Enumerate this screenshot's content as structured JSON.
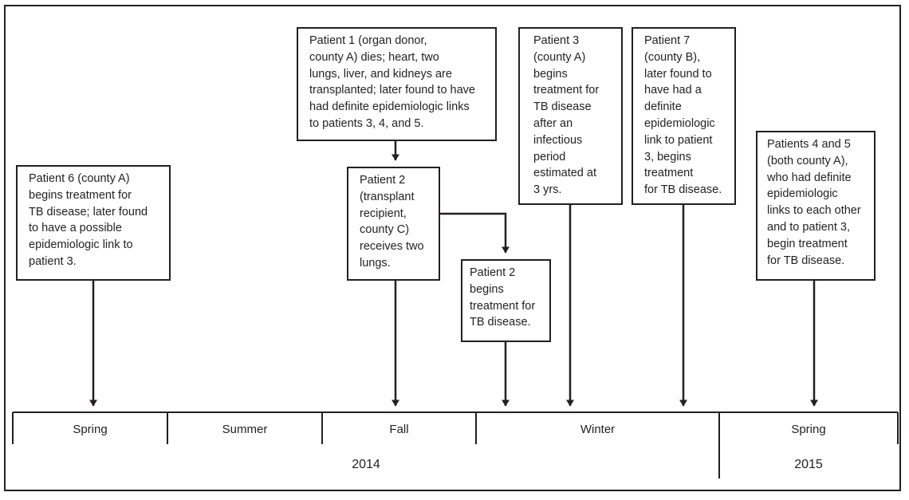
{
  "events": [
    {
      "id": "patient6",
      "lines": [
        "Patient 6 (county A)",
        "begins treatment for",
        "TB disease; later found",
        "to have a possible",
        "epidemiologic link to",
        "patient 3."
      ]
    },
    {
      "id": "patient1",
      "lines": [
        "Patient 1 (organ donor,",
        "county A) dies; heart, two",
        "lungs, liver, and kidneys are",
        "transplanted; later found to have",
        "had definite epidemiologic links",
        "to patients 3, 4, and 5."
      ]
    },
    {
      "id": "patient2-transplant",
      "lines": [
        "Patient 2",
        "(transplant",
        "recipient,",
        "county C)",
        "receives two",
        "lungs."
      ]
    },
    {
      "id": "patient2-treatment",
      "lines": [
        "Patient 2",
        "begins",
        "treatment for",
        "TB disease."
      ]
    },
    {
      "id": "patient3",
      "lines": [
        "Patient 3",
        "(county A)",
        "begins",
        "treatment for",
        "TB disease",
        "after an",
        "infectious",
        "period",
        "estimated at",
        "3 yrs."
      ]
    },
    {
      "id": "patient7",
      "lines": [
        "Patient 7",
        "(county B),",
        "later found to",
        "have had a",
        "definite",
        "epidemiologic",
        "link to patient",
        "3, begins",
        "treatment",
        "for TB disease."
      ]
    },
    {
      "id": "patients4-5",
      "lines": [
        "Patients 4 and 5",
        "(both county A),",
        "who had definite",
        "epidemiologic",
        "links to each other",
        "and to patient 3,",
        "begin treatment",
        "for TB disease."
      ]
    }
  ],
  "timeline": {
    "seasons": [
      "Spring",
      "Summer",
      "Fall",
      "Winter",
      "Spring"
    ],
    "years": [
      "2014",
      "2015"
    ]
  }
}
